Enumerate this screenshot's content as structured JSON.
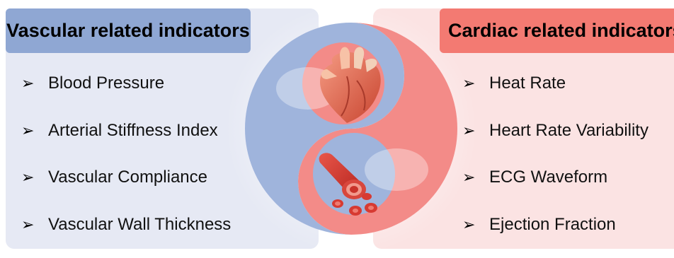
{
  "left": {
    "title": "Vascular related indicators",
    "items": [
      "Blood Pressure",
      "Arterial Stiffness Index",
      "Vascular Compliance",
      "Vascular Wall Thickness"
    ]
  },
  "right": {
    "title": "Cardiac related indicators",
    "items": [
      "Heat Rate",
      "Heart Rate Variability",
      "ECG Waveform",
      "Ejection Fraction"
    ]
  },
  "colors": {
    "vascular_blue": "#8fa7d3",
    "cardiac_red": "#f37a72",
    "panel_left_bg": "#e6e9f4",
    "panel_right_bg": "#fbe3e3"
  },
  "icons": [
    "arrowhead-bullet-icon",
    "heart-icon",
    "blood-vessel-icon",
    "red-blood-cell-icon"
  ]
}
